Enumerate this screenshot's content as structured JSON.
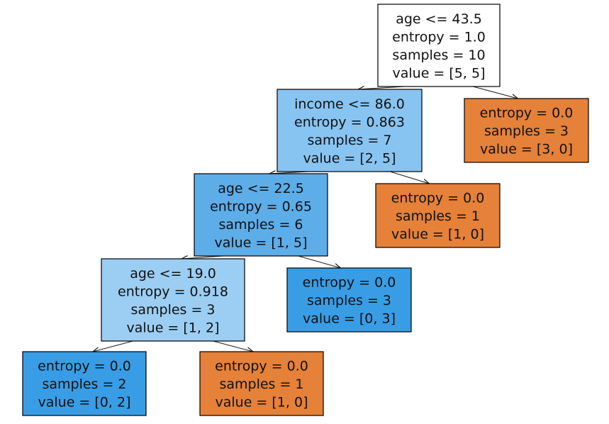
{
  "tree": {
    "colors": {
      "root": "#ffffff",
      "light_blue": "#88c4f2",
      "mid_blue": "#5dade9",
      "pale_blue": "#9ccef3",
      "blue": "#399de5",
      "orange": "#e58139"
    },
    "nodes": [
      {
        "id": "n0",
        "fill": "root",
        "lines": [
          "age <= 43.5",
          "entropy = 1.0",
          "samples = 10",
          "value = [5, 5]"
        ]
      },
      {
        "id": "n1",
        "fill": "light_blue",
        "lines": [
          "income <= 86.0",
          "entropy = 0.863",
          "samples = 7",
          "value = [2, 5]"
        ]
      },
      {
        "id": "n2",
        "fill": "orange",
        "lines": [
          "entropy = 0.0",
          "samples = 3",
          "value = [3, 0]"
        ]
      },
      {
        "id": "n3",
        "fill": "mid_blue",
        "lines": [
          "age <= 22.5",
          "entropy = 0.65",
          "samples = 6",
          "value = [1, 5]"
        ]
      },
      {
        "id": "n4",
        "fill": "orange",
        "lines": [
          "entropy = 0.0",
          "samples = 1",
          "value = [1, 0]"
        ]
      },
      {
        "id": "n5",
        "fill": "pale_blue",
        "lines": [
          "age <= 19.0",
          "entropy = 0.918",
          "samples = 3",
          "value = [1, 2]"
        ]
      },
      {
        "id": "n6",
        "fill": "blue",
        "lines": [
          "entropy = 0.0",
          "samples = 3",
          "value = [0, 3]"
        ]
      },
      {
        "id": "n7",
        "fill": "blue",
        "lines": [
          "entropy = 0.0",
          "samples = 2",
          "value = [0, 2]"
        ]
      },
      {
        "id": "n8",
        "fill": "orange",
        "lines": [
          "entropy = 0.0",
          "samples = 1",
          "value = [1, 0]"
        ]
      }
    ],
    "edges": [
      {
        "from": "n0",
        "to": "n1"
      },
      {
        "from": "n0",
        "to": "n2"
      },
      {
        "from": "n1",
        "to": "n3"
      },
      {
        "from": "n1",
        "to": "n4"
      },
      {
        "from": "n3",
        "to": "n5"
      },
      {
        "from": "n3",
        "to": "n6"
      },
      {
        "from": "n5",
        "to": "n7"
      },
      {
        "from": "n5",
        "to": "n8"
      }
    ]
  }
}
